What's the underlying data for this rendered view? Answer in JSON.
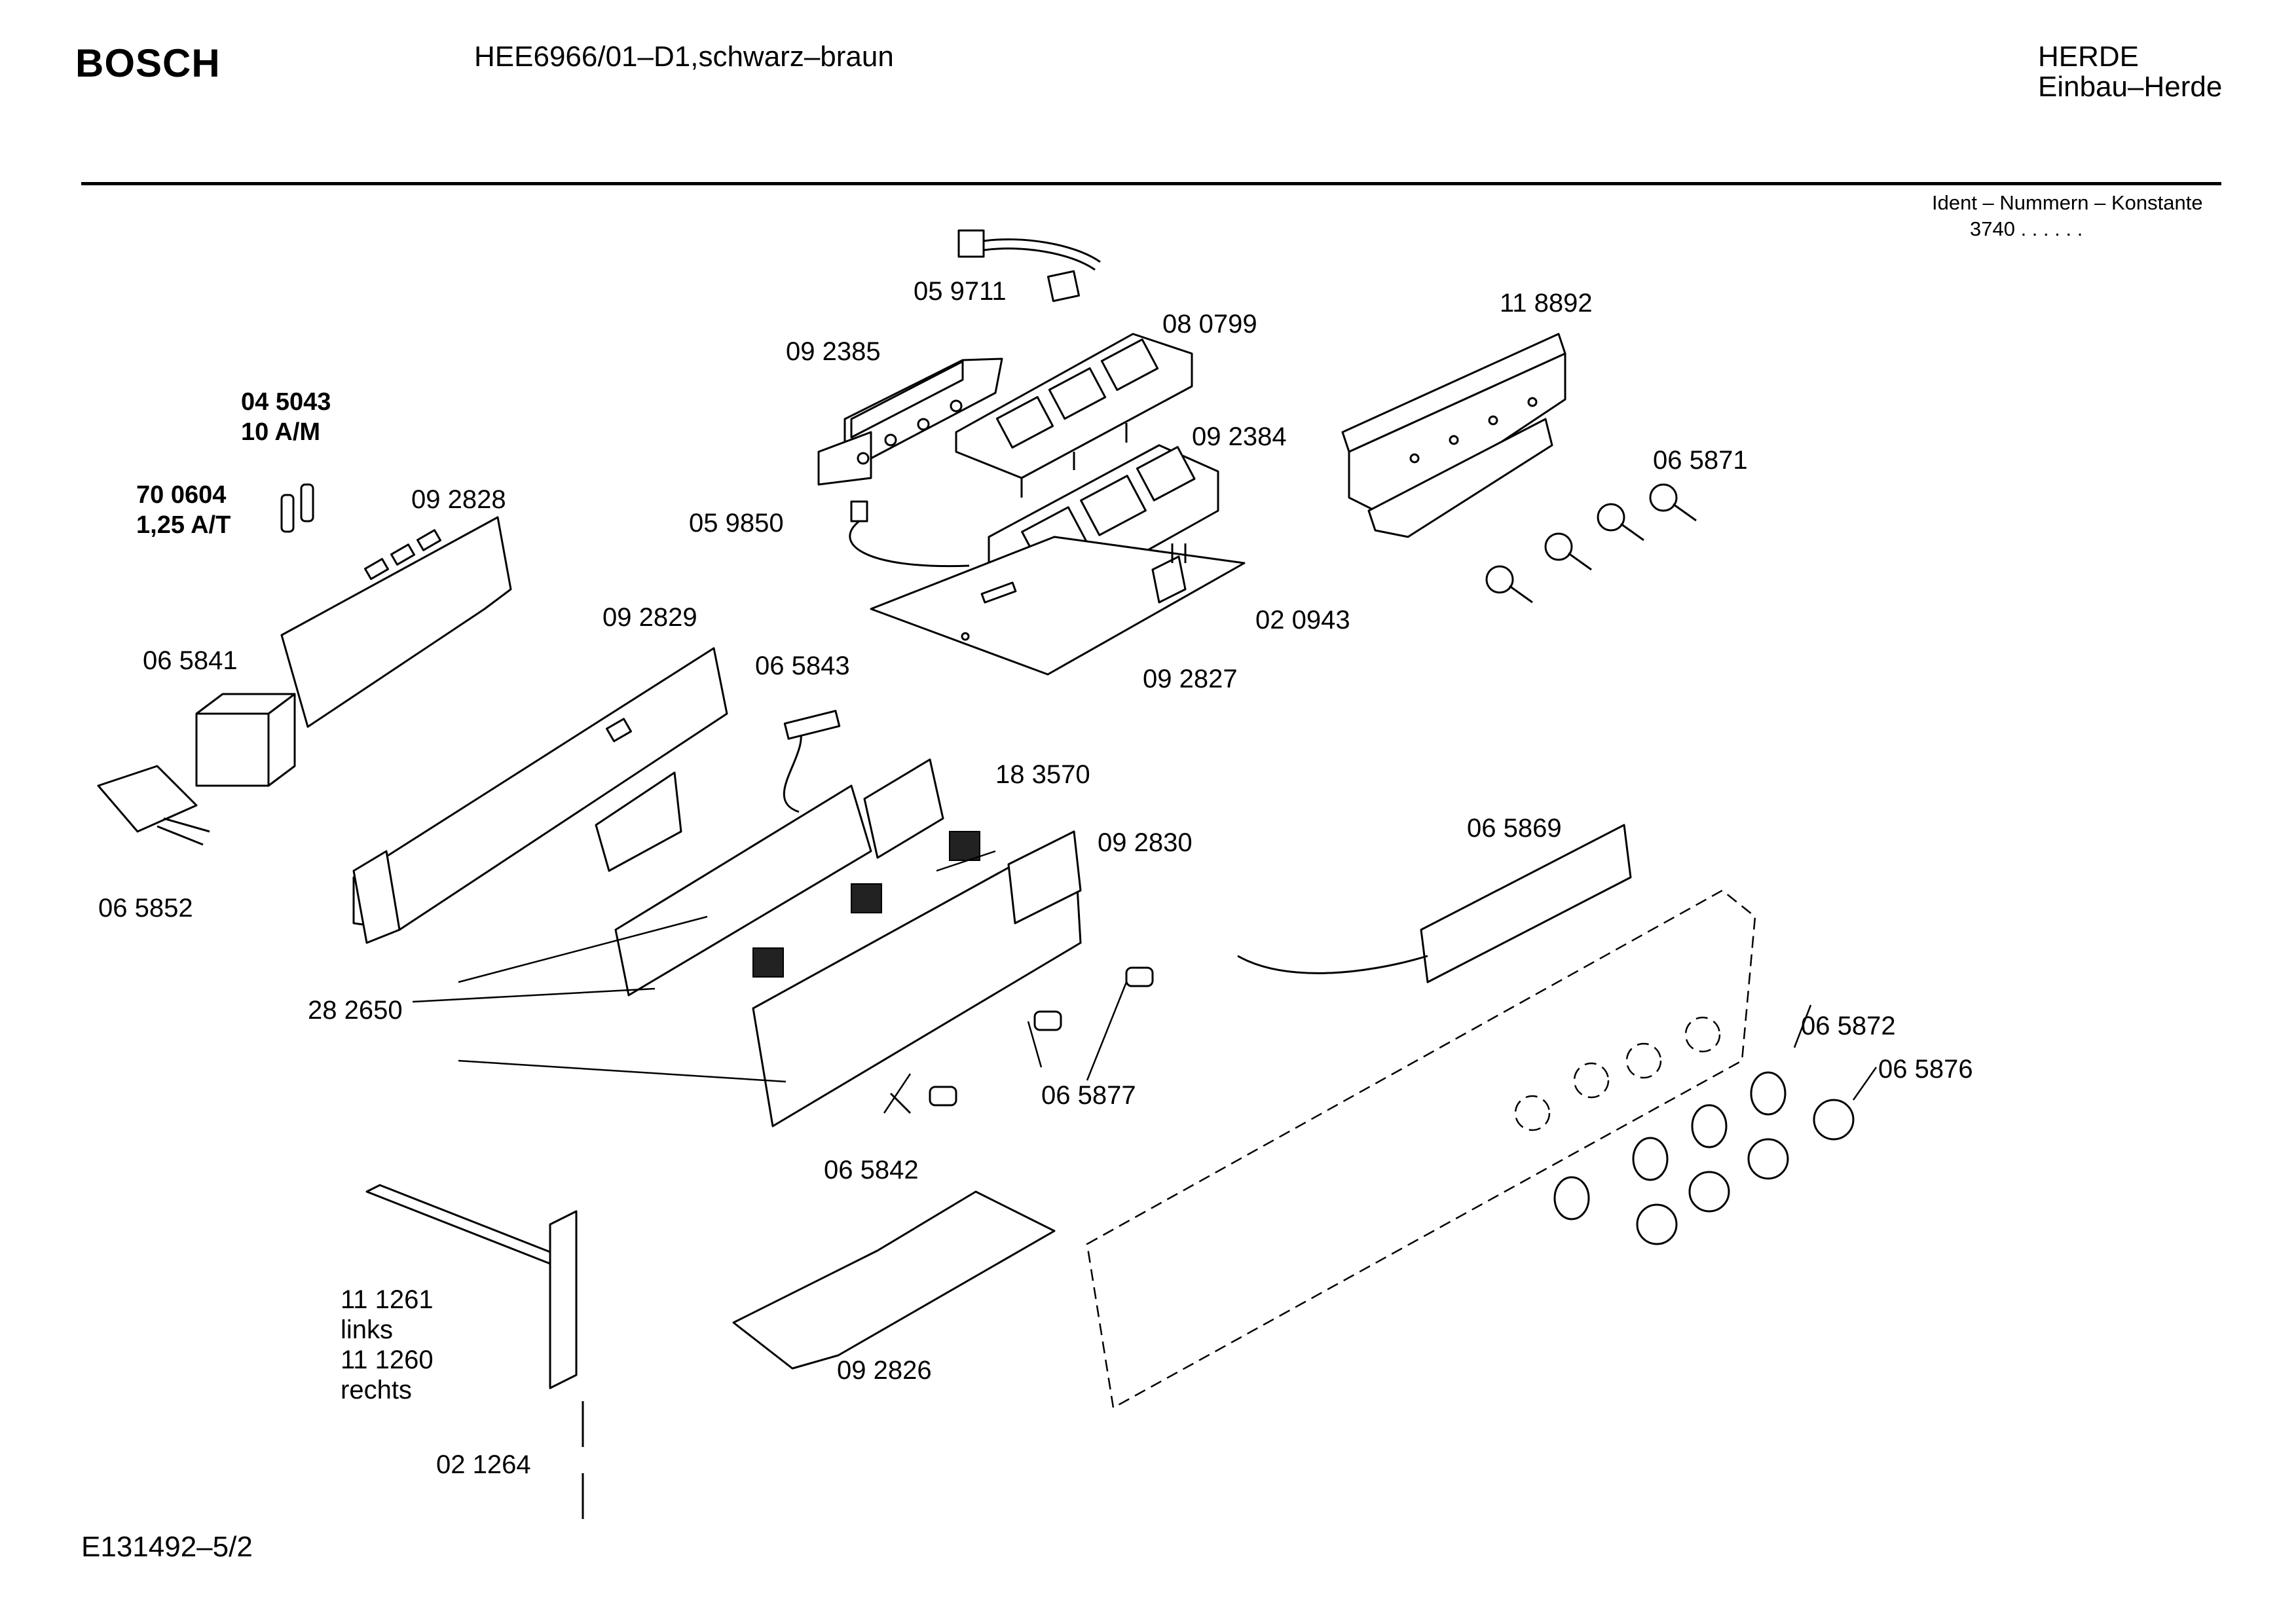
{
  "header": {
    "brand": "BOSCH",
    "model": "HEE6966/01–D1,schwarz–braun",
    "category_line1": "HERDE",
    "category_line2": "Einbau–Herde",
    "ident_label": "Ident – Nummern – Konstante",
    "ident_value": "3740  .  .  .  .  .  ."
  },
  "footer": {
    "drawing_number": "E131492–5/2"
  },
  "parts": {
    "p059711": "05 9711",
    "p080799": "08 0799",
    "p092385": "09 2385",
    "p118892": "11 8892",
    "p092384": "09 2384",
    "p065871": "06 5871",
    "p045043": "04 5043",
    "p045043_rating": "10 A/M",
    "p700604": "70 0604",
    "p700604_rating": "1,25 A/T",
    "p092828": "09 2828",
    "p059850": "05 9850",
    "p020943": "02 0943",
    "p092827": "09 2827",
    "p092829": "09 2829",
    "p065841": "06 5841",
    "p065843": "06 5843",
    "p183570": "18 3570",
    "p092830": "09 2830",
    "p065869": "06 5869",
    "p065852": "06 5852",
    "p282650": "28 2650",
    "p065872": "06 5872",
    "p065876": "06 5876",
    "p065877": "06 5877",
    "p065842": "06 5842",
    "p111261": "11 1261",
    "p111261_side": "links",
    "p111260": "11 1260",
    "p111260_side": "rechts",
    "p092826": "09 2826",
    "p021264": "02 1264"
  }
}
